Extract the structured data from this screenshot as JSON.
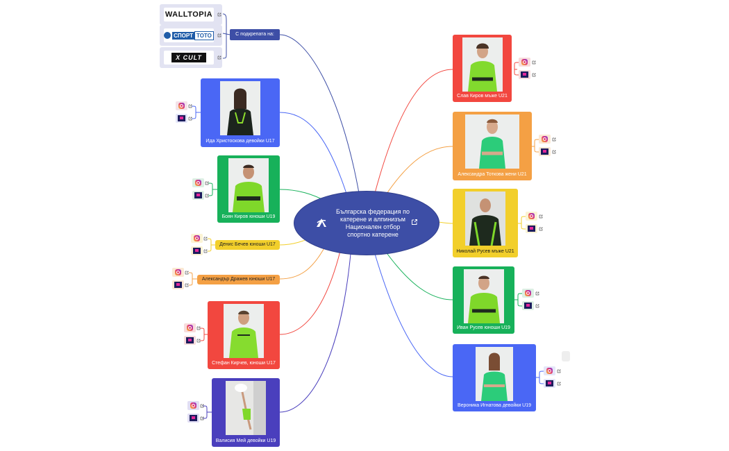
{
  "center": {
    "text_lines": [
      "Българска федерация по",
      "катерене и алпинизъм",
      "Национален отбор",
      "спортно катерене"
    ]
  },
  "support": {
    "label": "С подкрепата на:",
    "sponsors": [
      {
        "name": "WALLTOPIA"
      },
      {
        "name_parts": [
          "СПОРТ",
          "ТОТО"
        ]
      },
      {
        "name": "X CULT"
      }
    ]
  },
  "icons": {
    "instagram": "instagram-icon",
    "profile": "profile-link-icon",
    "external": "external-link-icon"
  },
  "colors": {
    "blue": "#4a67f5",
    "green": "#17b15a",
    "yellow": "#f2cf2b",
    "orange": "#f4a044",
    "red": "#f2473f",
    "indigo": "#4a3fbd",
    "center": "#3d4ea6"
  },
  "athletes_left": [
    {
      "id": "ida",
      "label": "Ида Христоскова  девойки U17",
      "color": "blue"
    },
    {
      "id": "boyan",
      "label": "Боян Киров юноши  U19",
      "color": "green"
    },
    {
      "id": "denis",
      "label": "Денис Бечев юноши  U17",
      "color": "yellow"
    },
    {
      "id": "alexandar",
      "label": "Александър Дражев юноши  U17",
      "color": "orange"
    },
    {
      "id": "stefan",
      "label": "Стефан Кирчев, юноши  U17",
      "color": "red"
    },
    {
      "id": "valisia",
      "label": "Валисия Мей девойки U19",
      "color": "indigo"
    }
  ],
  "athletes_right": [
    {
      "id": "slav",
      "label": "Слав Киров мъже U21",
      "color": "red"
    },
    {
      "id": "alexandra",
      "label": "Александра Тоткова жени U21",
      "color": "orange"
    },
    {
      "id": "nikolay",
      "label": "Николай Русев мъже U21",
      "color": "yellow"
    },
    {
      "id": "ivan",
      "label": "Иван Русев юноши  U19",
      "color": "green"
    },
    {
      "id": "veronika",
      "label": "Вероника Игнатова девойки U19",
      "color": "blue"
    }
  ]
}
